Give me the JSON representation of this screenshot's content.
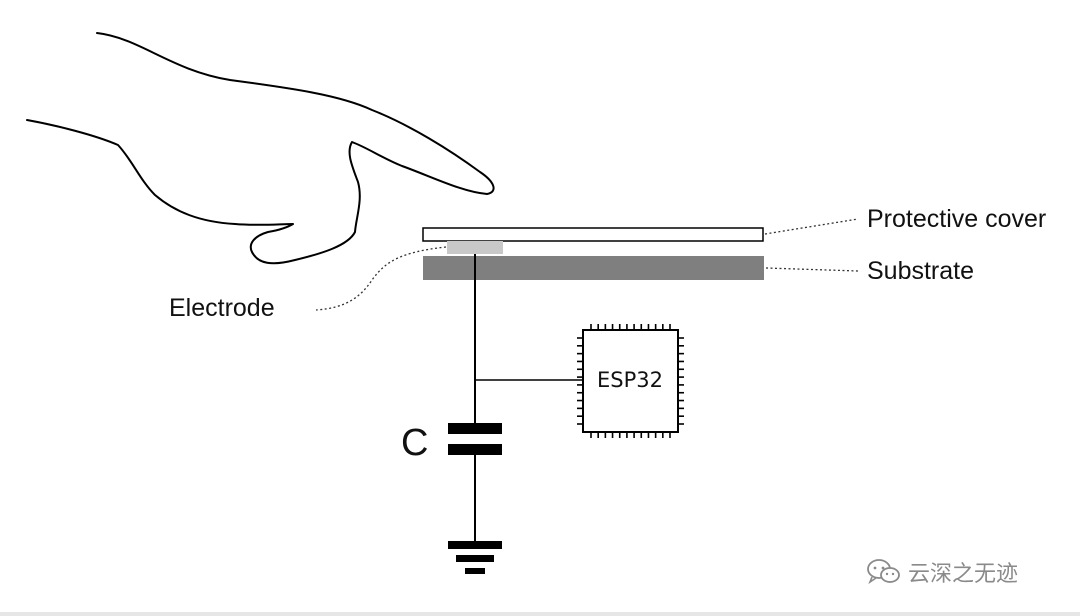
{
  "labels": {
    "protective_cover": "Protective cover",
    "substrate": "Substrate",
    "electrode": "Electrode",
    "capacitor": "C",
    "chip": "ESP32"
  },
  "watermark": {
    "icon": "wechat-icon",
    "text": "云深之无迹"
  },
  "colors": {
    "line": "#000000",
    "substrate": "#7f7f7f",
    "electrode": "#c8c8c8",
    "cover": "#ffffff",
    "watermark": "#8a8a8a"
  }
}
